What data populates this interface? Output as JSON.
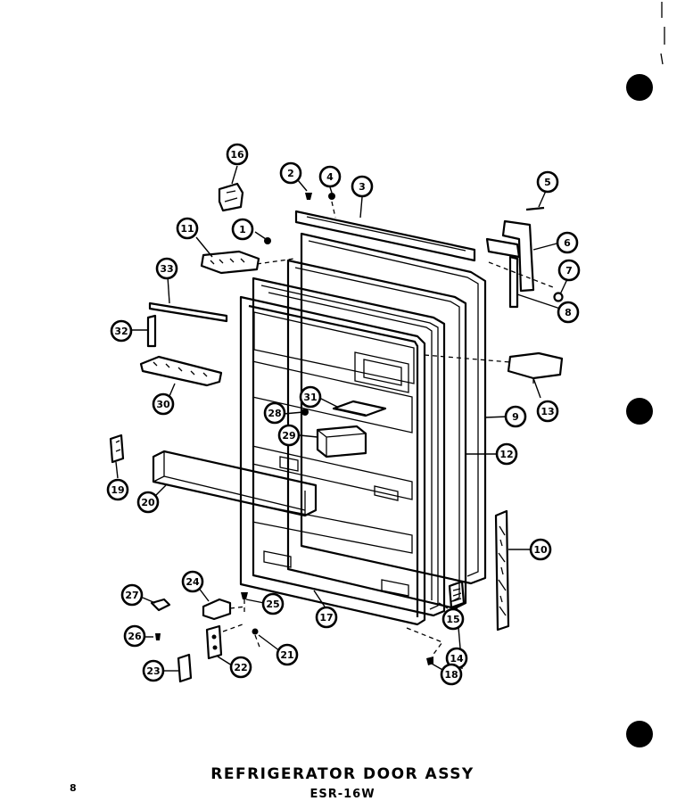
{
  "title": "REFRIGERATOR DOOR ASSY",
  "model": "ESR-16W",
  "page_number": "8",
  "callouts": [
    {
      "label": "1"
    },
    {
      "label": "2"
    },
    {
      "label": "3"
    },
    {
      "label": "4"
    },
    {
      "label": "5"
    },
    {
      "label": "6"
    },
    {
      "label": "7"
    },
    {
      "label": "8"
    },
    {
      "label": "9"
    },
    {
      "label": "10"
    },
    {
      "label": "11"
    },
    {
      "label": "12"
    },
    {
      "label": "13"
    },
    {
      "label": "14"
    },
    {
      "label": "15"
    },
    {
      "label": "16"
    },
    {
      "label": "17"
    },
    {
      "label": "18"
    },
    {
      "label": "19"
    },
    {
      "label": "20"
    },
    {
      "label": "21"
    },
    {
      "label": "22"
    },
    {
      "label": "23"
    },
    {
      "label": "24"
    },
    {
      "label": "25"
    },
    {
      "label": "26"
    },
    {
      "label": "27"
    },
    {
      "label": "28"
    },
    {
      "label": "29"
    },
    {
      "label": "30"
    },
    {
      "label": "31"
    },
    {
      "label": "32"
    },
    {
      "label": "33"
    }
  ]
}
